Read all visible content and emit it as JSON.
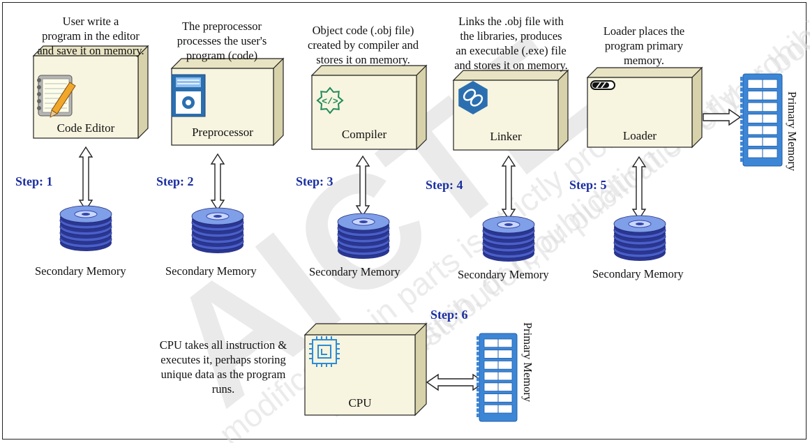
{
  "stages": [
    {
      "name": "Code Editor",
      "step": "Step: 1",
      "desc": [
        "User write a",
        "program in the editor",
        "and save it on memory."
      ],
      "memory": "Secondary Memory"
    },
    {
      "name": "Preprocessor",
      "step": "Step: 2",
      "desc": [
        "The preprocessor",
        "processes the user's",
        "program (code)"
      ],
      "memory": "Secondary Memory"
    },
    {
      "name": "Compiler",
      "step": "Step: 3",
      "desc": [
        "Object code (.obj file)",
        "created by  compiler and",
        "stores it on memory."
      ],
      "memory": "Secondary Memory"
    },
    {
      "name": "Linker",
      "step": "Step: 4",
      "desc": [
        "Links the .obj file with",
        "the libraries, produces",
        "an executable (.exe) file",
        "and stores it on memory."
      ],
      "memory": "Secondary Memory"
    },
    {
      "name": "Loader",
      "step": "Step: 5",
      "desc": [
        "Loader places the",
        "program primary",
        "memory."
      ],
      "memory": "Secondary Memory"
    }
  ],
  "loader_target": "Primary Memory",
  "cpu": {
    "name": "CPU",
    "step": "Step: 6",
    "desc": [
      "CPU takes all instruction &",
      "executes it, perhaps storing",
      "unique data as the program",
      "runs."
    ],
    "memory": "Primary Memory"
  },
  "watermark": "AICTE",
  "watermark_lines": [
    "distribution, or publication of this book",
    "reproduction, or republication strictly prohibited",
    "modification, in parts is strictly prohibited"
  ],
  "colors": {
    "step_text": "#1a2ea0",
    "ram_blue": "#3d86d6",
    "disk_blue": "#4a5fc8",
    "box_face": "#f7f4df"
  }
}
